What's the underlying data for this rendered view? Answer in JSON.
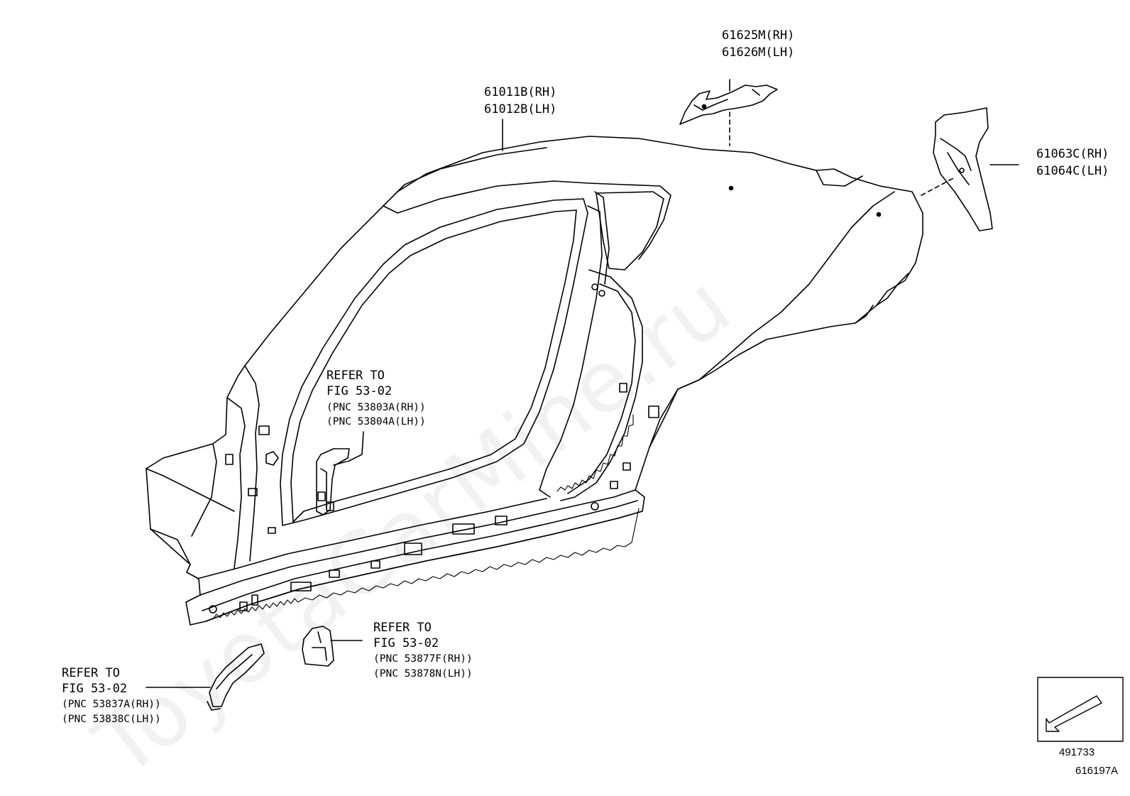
{
  "watermark": "ToyotaCarMine.ru",
  "callouts": {
    "body_side_outer": {
      "rh": "61011B(RH)",
      "lh": "61012B(LH)"
    },
    "roof_side_reinforcement": {
      "rh": "61625M(RH)",
      "lh": "61626M(LH)"
    },
    "rear_extension": {
      "rh": "61063C(RH)",
      "lh": "61064C(LH)"
    }
  },
  "references": {
    "center_pillar": {
      "line1": "REFER TO",
      "line2": "FIG 53-02",
      "pnc1": "(PNC 53803A(RH))",
      "pnc2": "(PNC 53804A(LH))"
    },
    "rocker_bracket": {
      "line1": "REFER TO",
      "line2": "FIG 53-02",
      "pnc1": "(PNC 53877F(RH))",
      "pnc2": "(PNC 53878N(LH))"
    },
    "front_bracket": {
      "line1": "REFER TO",
      "line2": "FIG 53-02",
      "pnc1": "(PNC 53837A(RH))",
      "pnc2": "(PNC 53838C(LH))"
    }
  },
  "direction_box": {
    "code": "491733",
    "icon": "arrow-icon"
  },
  "figure_code": "616197A"
}
